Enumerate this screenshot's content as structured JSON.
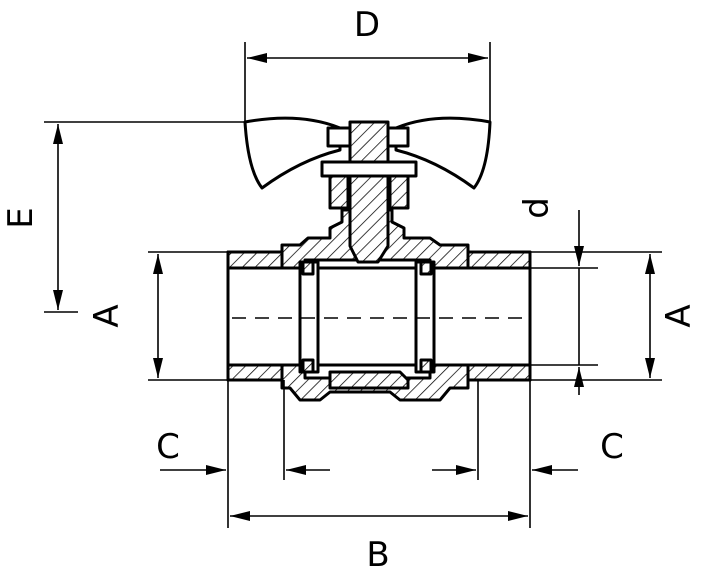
{
  "dimensions": {
    "handle_width": "D",
    "stem_height": "E",
    "bore_left": "A",
    "bore_right": "A",
    "wall_thickness": "d",
    "thread_left": "C",
    "thread_right": "C",
    "body_length": "B"
  },
  "colors": {
    "line": "#000000",
    "background": "#ffffff"
  }
}
